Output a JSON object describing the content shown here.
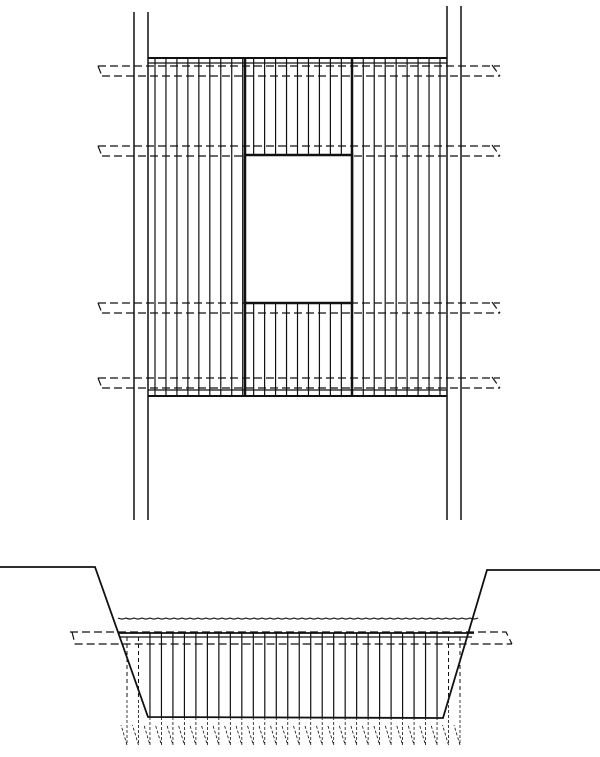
{
  "colors": {
    "ink": "#111111",
    "background": "#ffffff"
  },
  "plan_view": {
    "slat_count": 27,
    "beam_count": 4,
    "has_opening": true
  },
  "section_view": {
    "pile_count": 30,
    "has_water_surface": true
  }
}
